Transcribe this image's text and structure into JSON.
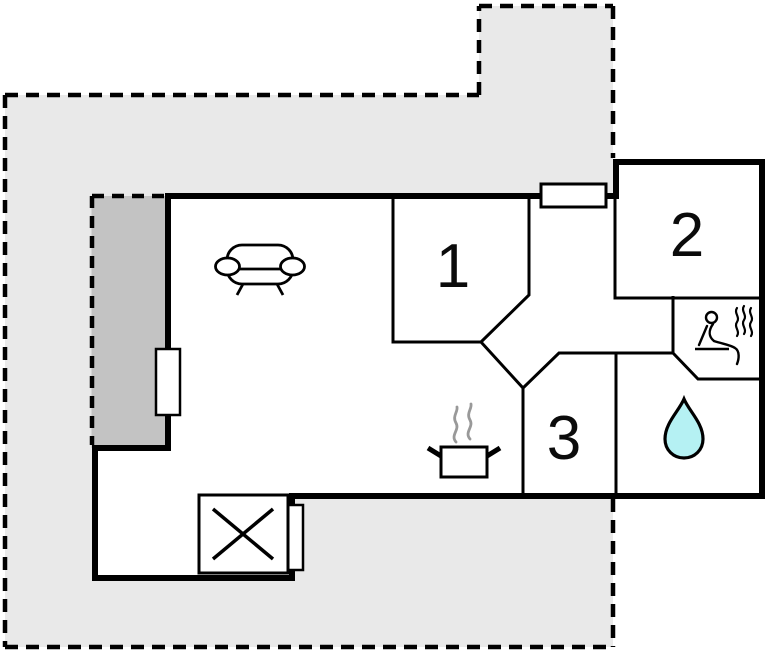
{
  "floorplan": {
    "title": "holiday-home-floor-plan",
    "rooms": [
      {
        "name": "bedroom-1",
        "label": "1"
      },
      {
        "name": "bedroom-2",
        "label": "2"
      },
      {
        "name": "bedroom-3",
        "label": "3"
      }
    ],
    "features": [
      {
        "name": "living-area",
        "icon": "sofa-icon"
      },
      {
        "name": "kitchen",
        "icon": "cooking-pot-icon"
      },
      {
        "name": "sauna",
        "icon": "sauna-icon"
      },
      {
        "name": "bathroom",
        "icon": "water-drop-icon"
      },
      {
        "name": "storage-box",
        "icon": "crossed-box-icon"
      },
      {
        "name": "terrace",
        "icon": "shaded-area"
      },
      {
        "name": "lot-boundary",
        "icon": "dashed-line"
      }
    ],
    "colors": {
      "lot_fill": "#e9e9e9",
      "terrace_fill": "#c3c3c3",
      "wall": "#000000",
      "interior_fill": "#ffffff",
      "water_drop": "#b5f1f3",
      "steam": "#999999"
    }
  }
}
